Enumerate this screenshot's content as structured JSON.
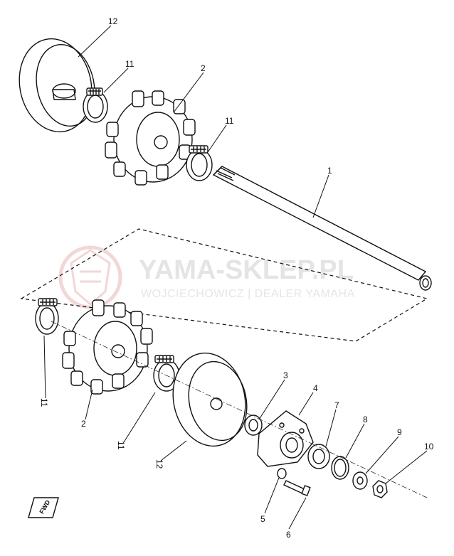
{
  "watermark": {
    "brand": "YAMA-SKLEP.PL",
    "tagline": "WOJCIECHOWICZ | DEALER YAMAHA",
    "logo_color": "#e9b7b7",
    "text_color": "#e4e4e4"
  },
  "fwd_label": "FWD",
  "callouts": {
    "c1": "1",
    "c2_top": "2",
    "c2_bottom": "2",
    "c3": "3",
    "c4": "4",
    "c5": "5",
    "c6": "6",
    "c7": "7",
    "c8": "8",
    "c9": "9",
    "c10": "10",
    "c11_top_a": "11",
    "c11_top_b": "11",
    "c11_left": "11",
    "c11_bottom": "11",
    "c12_top": "12",
    "c12_bottom": "12"
  }
}
